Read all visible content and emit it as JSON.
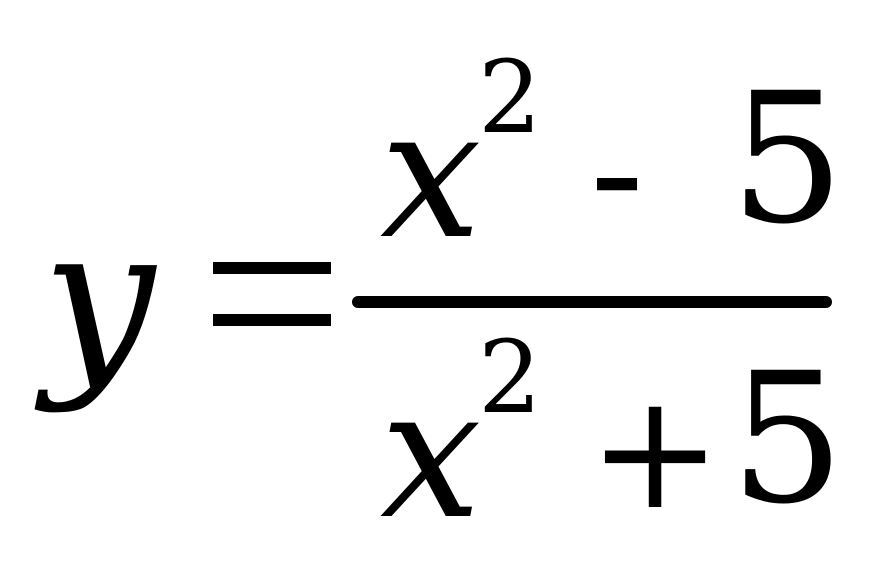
{
  "equation": {
    "lhs": "y",
    "equals": "=",
    "numerator": {
      "variable": "x",
      "exponent": "2",
      "operator": "-",
      "constant": "5"
    },
    "denominator": {
      "variable": "x",
      "exponent": "2",
      "operator": "+",
      "constant": "5"
    }
  }
}
